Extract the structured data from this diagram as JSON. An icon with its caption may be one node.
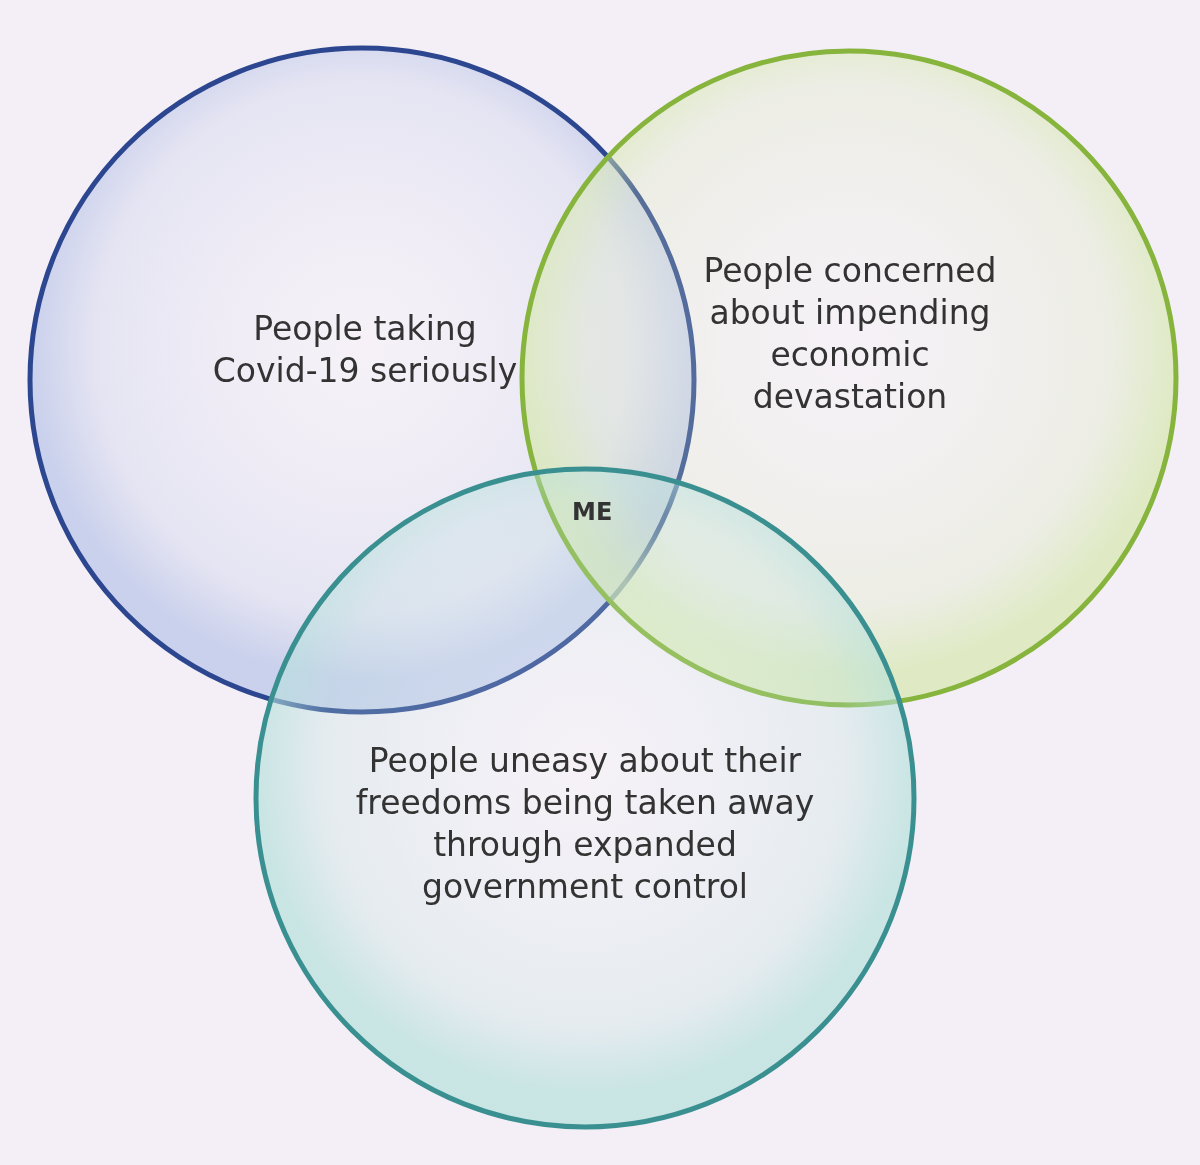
{
  "diagram": {
    "nodes": [
      {
        "text": [
          "People taking Covid-19 seriously"
        ]
      },
      {
        "text": [
          "People concerned about impending economic devastation"
        ]
      },
      {
        "text": [
          "People uneasy about their freedoms being taken away through expanded government control"
        ]
      }
    ],
    "labels": [
      "ME"
    ]
  }
}
